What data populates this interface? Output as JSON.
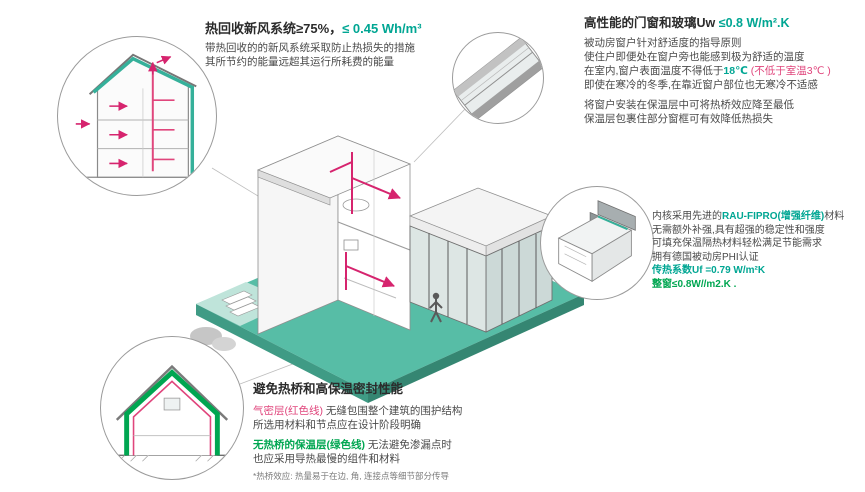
{
  "colors": {
    "teal_accent": "#00a693",
    "green_insulation": "#00a651",
    "pink_airtight": "#e0457c",
    "platform_teal": "#57bda6",
    "text_dark": "#2b2b2b"
  },
  "hrv": {
    "title_black": "热回收新风系统≥75%，",
    "title_accent": "≤ 0.45 Wh/m³",
    "body_l1": "带热回收的的新风系统采取防止热损失的措施",
    "body_l2": "其所节约的能量远超其运行所耗费的能量"
  },
  "windows": {
    "title_black": "高性能的门窗和玻璃Uw ",
    "title_accent": "≤0.8 W/m².K",
    "p1_l1": "被动房窗户针对舒适度的指导原则",
    "p1_l2": "使住户即便处在窗户旁也能感到极为舒适的温度",
    "p1_l3_a": "在室内,窗户表面温度不得低于",
    "p1_l3_b": "18℃",
    "p1_l3_c": " (不低于室温3℃ )",
    "p1_l4": "即使在寒冷的冬季,在靠近窗户部位也无寒冷不适感",
    "p2_l1": "将窗户安装在保温层中可将热桥效应降至最低",
    "p2_l2": "保温层包裹住部分窗框可有效降低热损失"
  },
  "profile": {
    "l1_a": "内核采用先进的",
    "l1_b": "RAU-FIPRO(增强纤维)",
    "l1_c": "材料",
    "l2": "无需额外补强,具有超强的稳定性和强度",
    "l3": "可填充保温隔热材料轻松满足节能需求",
    "l4": "拥有德国被动房PHI认证",
    "l5": "传热系数Uf =0.79 W/m²K",
    "l6": "整窗≤0.8W//m2.K ."
  },
  "thermal": {
    "title": "避免热桥和高保温密封性能",
    "airtight_label": "气密层(红色线)",
    "airtight_rest": " 无缝包围整个建筑的围护结构",
    "airtight_l2": "所选用材料和节点应在设计阶段明确",
    "insulation_label": "无热桥的保温层(绿色线)",
    "insulation_rest": " 无法避免渗漏点时",
    "insulation_l2": "也应采用导热最慢的组件和材料",
    "footnote": "*热桥效应: 热量易于在边, 角, 连接点等细节部分传导"
  }
}
